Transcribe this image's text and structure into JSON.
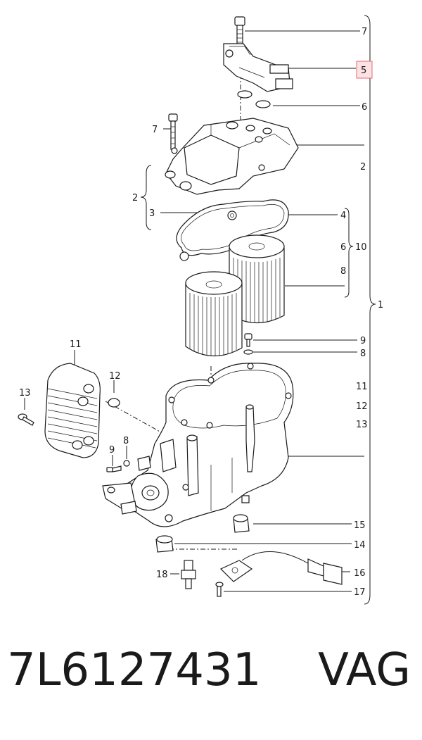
{
  "diagram": {
    "callouts": {
      "c7_top": "7",
      "c5": "5",
      "c6_top": "6",
      "c7_left": "7",
      "c2_right": "2",
      "c2_left": "2",
      "c3": "3",
      "c4": "4",
      "c6_mid": "6",
      "c10": "10",
      "c8_mid": "8",
      "c1": "1",
      "c9_right": "9",
      "c8_right": "8",
      "c11_top": "11",
      "c12_left": "12",
      "c13_left": "13",
      "c11_right": "11",
      "c12_right": "12",
      "c13_right": "13",
      "c9_left": "9",
      "c8_left": "8",
      "c15": "15",
      "c14": "14",
      "c16": "16",
      "c18": "18",
      "c17": "17"
    },
    "highlighted_callout": "5",
    "highlight_color": "#fde2e4"
  },
  "footer": {
    "part_number": "7L6127431",
    "brand": "VAG"
  }
}
